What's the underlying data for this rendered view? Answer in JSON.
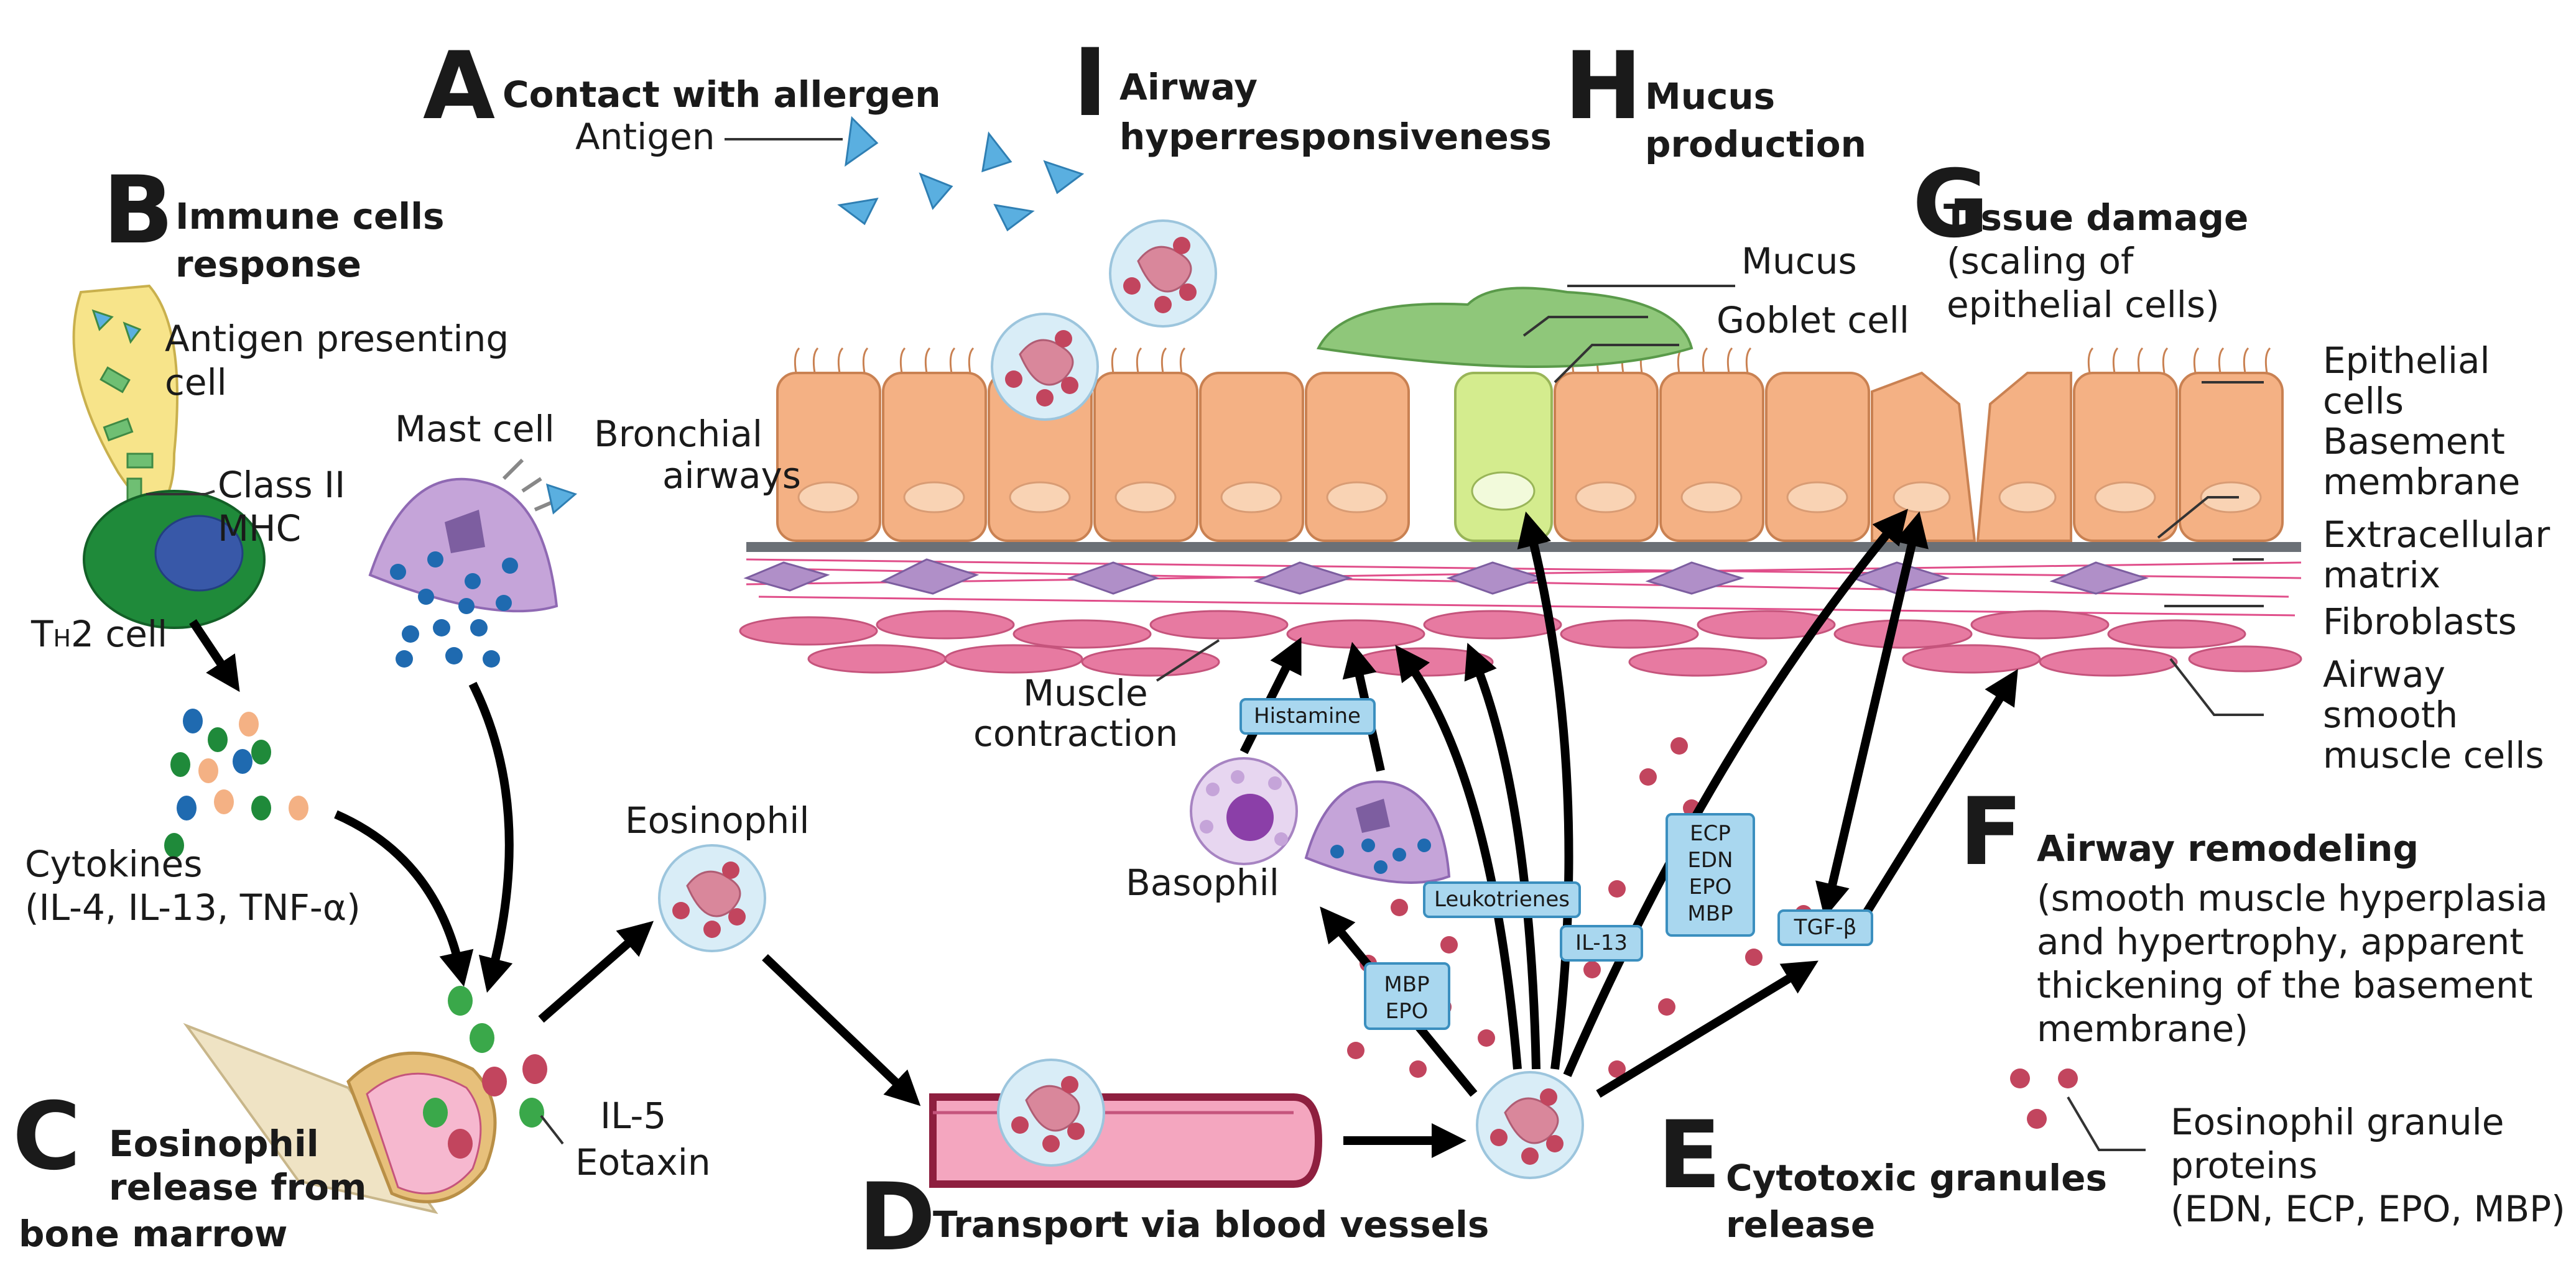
{
  "panels": {
    "A": {
      "letter": "A",
      "title": "Contact with allergen"
    },
    "B": {
      "letter": "B",
      "title_line1": "Immune cells",
      "title_line2": "response"
    },
    "C": {
      "letter": "C",
      "title_line1": "Eosinophil",
      "title_line2": "release from",
      "title_line3": "bone marrow"
    },
    "D": {
      "letter": "D",
      "title": "Transport via blood vessels"
    },
    "E": {
      "letter": "E",
      "title_line1": "Cytotoxic granules",
      "title_line2": "release"
    },
    "F": {
      "letter": "F",
      "title": "Airway remodeling",
      "desc_line1": "(smooth muscle hyperplasia",
      "desc_line2": "and hypertrophy, apparent",
      "desc_line3": "thickening of the basement",
      "desc_line4": "membrane)"
    },
    "G": {
      "letter": "G",
      "title": "Tissue damage",
      "desc_line1": "(scaling of",
      "desc_line2": "epithelial cells)"
    },
    "H": {
      "letter": "H",
      "title_line1": "Mucus",
      "title_line2": "production"
    },
    "I": {
      "letter": "I",
      "title_line1": "Airway",
      "title_line2": "hyperresponsiveness"
    }
  },
  "labels": {
    "antigen": "Antigen",
    "apc_line1": "Antigen presenting",
    "apc_line2": "cell",
    "mhc_line1": "Class II",
    "mhc_line2": "MHC",
    "th2_prefix": "T",
    "th2_sub": "H",
    "th2_suffix": "2 cell",
    "mast_cell": "Mast cell",
    "cytokines_line1": "Cytokines",
    "cytokines_line2": "(IL-4, IL-13, TNF-α)",
    "eosinophil": "Eosinophil",
    "il5": "IL-5",
    "eotaxin": "Eotaxin",
    "bronchial_line1": "Bronchial",
    "bronchial_line2": "airways",
    "muscle_line1": "Muscle",
    "muscle_line2": "contraction",
    "basophil": "Basophil",
    "mucus": "Mucus",
    "goblet": "Goblet cell",
    "epithelial_line1": "Epithelial",
    "epithelial_line2": "cells",
    "basement_line1": "Basement",
    "basement_line2": "membrane",
    "ecm_line1": "Extracellular",
    "ecm_line2": "matrix",
    "fibroblasts": "Fibroblasts",
    "asm_line1": "Airway",
    "asm_line2": "smooth",
    "asm_line3": "muscle cells",
    "granule_line1": "Eosinophil granule",
    "granule_line2": "proteins",
    "granule_line3": "(EDN, ECP, EPO, MBP)"
  },
  "boxes": {
    "histamine": "Histamine",
    "leukotrienes": "Leukotrienes",
    "il13": "IL-13",
    "mbp": "MBP",
    "epo": "EPO",
    "ecp_list": [
      "ECP",
      "EDN",
      "EPO",
      "MBP"
    ],
    "tgfb": "TGF-β"
  },
  "colors": {
    "antigen": "#5aafe0",
    "epithelium": "#f4b184",
    "goblet": "#d4ec8e",
    "mucus": "#8fc77a",
    "muscle": "#e77aa1",
    "fibroblast": "#b08fc8",
    "th2": "#1f8a3a",
    "granule": "#c2455e",
    "box": "#a9d7ef"
  }
}
